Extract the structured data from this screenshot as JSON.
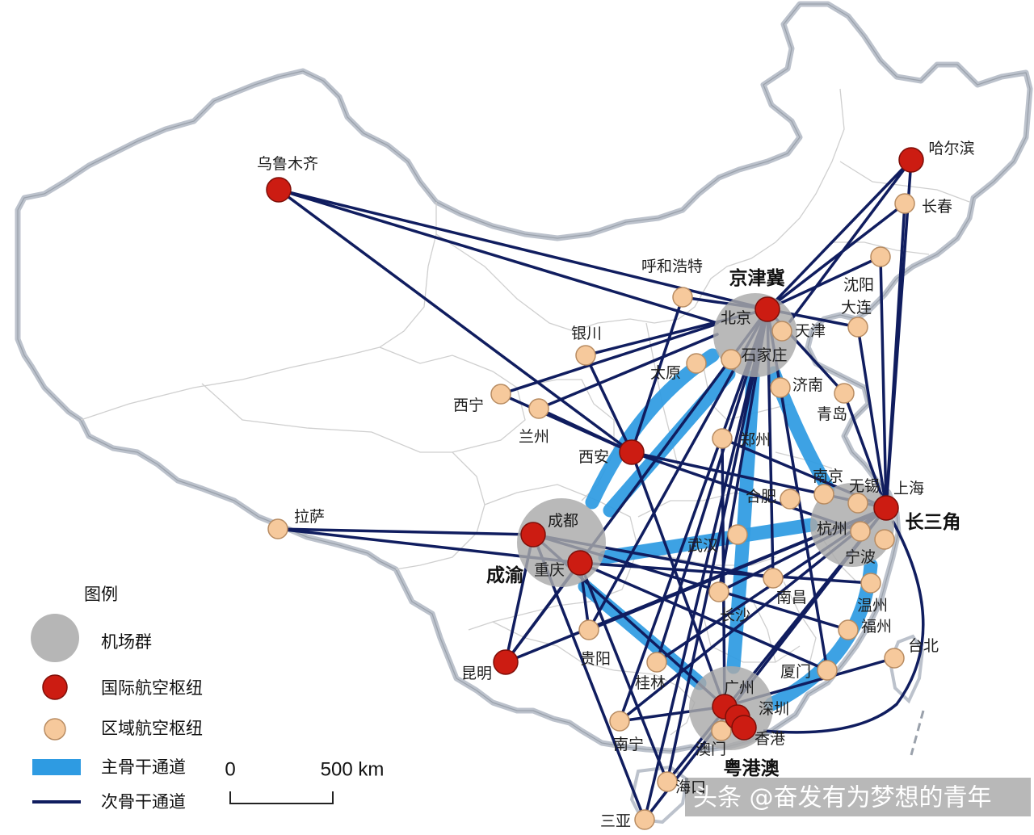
{
  "clusters": {
    "jingjinji": "京津冀",
    "changsanjiao": "长三角",
    "chengyu": "成渝",
    "yuegangao": "粤港澳"
  },
  "international_hubs": {
    "urumqi": "乌鲁木齐",
    "harbin": "哈尔滨",
    "beijing": "北京",
    "xian": "西安",
    "shanghai": "上海",
    "chengdu": "成都",
    "chongqing": "重庆",
    "kunming": "昆明",
    "guangzhou": "广州",
    "shenzhen": "深圳",
    "hongkong": "香港"
  },
  "regional_hubs": {
    "changchun": "长春",
    "hohhot": "呼和浩特",
    "tianjin": "天津",
    "shijiazhuang": "石家庄",
    "shenyang": "沈阳",
    "dalian": "大连",
    "yinchuan": "银川",
    "taiyuan": "太原",
    "jinan": "济南",
    "qingdao": "青岛",
    "xining": "西宁",
    "lanzhou": "兰州",
    "zhengzhou": "郑州",
    "nanjing": "南京",
    "wuxi": "无锡",
    "hefei": "合肥",
    "hangzhou": "杭州",
    "ningbo": "宁波",
    "lhasa": "拉萨",
    "wuhan": "武汉",
    "nanchang": "南昌",
    "changsha": "长沙",
    "wenzhou": "温州",
    "fuzhou": "福州",
    "taipei": "台北",
    "guiyang": "贵阳",
    "guilin": "桂林",
    "xiamen": "厦门",
    "macau": "澳门",
    "nanning": "南宁",
    "haikou": "海口",
    "sanya": "三亚"
  },
  "legend": {
    "title": "图例",
    "cluster": "机场群",
    "international": "国际航空枢纽",
    "regional": "区域航空枢纽",
    "main_channel": "主骨干通道",
    "secondary_channel": "次骨干通道"
  },
  "scale": {
    "zero": "0",
    "distance": "500 km"
  },
  "watermark": "头条 @奋发有为梦想的青年",
  "colors": {
    "cluster": "#a9a9a9",
    "international": "#cc1c12",
    "international_stroke": "#7e0e08",
    "regional": "#f6c99c",
    "regional_stroke": "#b88c62",
    "main_channel": "#2e9be2",
    "secondary_channel": "#101d5f",
    "border": "#bcc2cc",
    "province": "#cfcfcf"
  }
}
